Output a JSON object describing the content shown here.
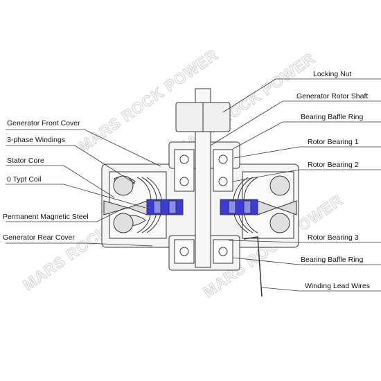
{
  "watermark": "MARS ROCK POWER",
  "labels_left": [
    "Generator Front Cover",
    "3-phase Windings",
    "Stator Core",
    "0 Typt Coil",
    "Permanent Magnetic Steel",
    "Generator Rear Cover"
  ],
  "labels_right": [
    "Locking Nut",
    "Generator Rotor Shaft",
    "Bearing Baffle Ring",
    "Rotor Bearing 1",
    "Rotor Bearing 2",
    "Rotor Bearing 3",
    "Bearing Baffle Ring",
    "Winding Lead Wires"
  ],
  "colors": {
    "magnet": "#3b3bd6",
    "magnet_light": "#8d8df0",
    "line": "#333333"
  }
}
